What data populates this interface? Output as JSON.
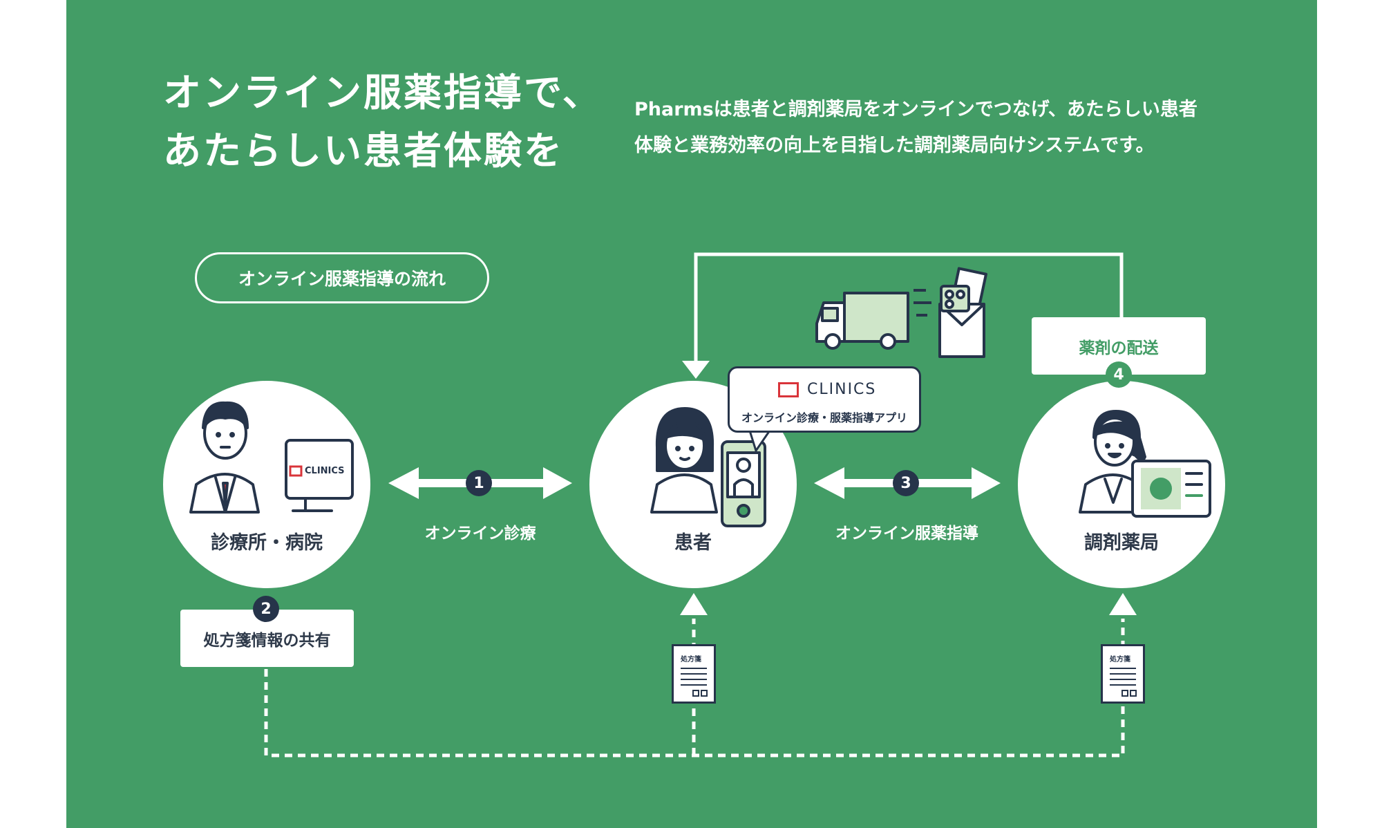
{
  "headline": {
    "line1": "オンライン服薬指導で、",
    "line2": "あたらしい患者体験を"
  },
  "intro": {
    "line1": "Pharmsは患者と調剤薬局をオンラインでつなげ、あたらしい患者",
    "line2": "体験と業務効率の向上を目指した調剤薬局向けシステムです。"
  },
  "flow_title": "オンライン服薬指導の流れ",
  "nodes": {
    "clinic": {
      "label": "診療所・病院",
      "brand": "CLINICS"
    },
    "patient": {
      "label": "患者"
    },
    "pharmacy": {
      "label": "調剤薬局"
    }
  },
  "steps": [
    {
      "number": "1",
      "label": "オンライン診療"
    },
    {
      "number": "2",
      "label": "処方箋情報の共有"
    },
    {
      "number": "3",
      "label": "オンライン服薬指導"
    },
    {
      "number": "4",
      "label": "薬剤の配送"
    }
  ],
  "app_bubble": {
    "brand": "CLINICS",
    "app_name": "オンライン診療・服薬指導アプリ"
  },
  "prescription_label": "処方箋",
  "colors": {
    "background": "#439d66",
    "navy": "#26344a",
    "white": "#ffffff",
    "brand_red": "#d9343a",
    "light_green": "#cfe6c9"
  }
}
